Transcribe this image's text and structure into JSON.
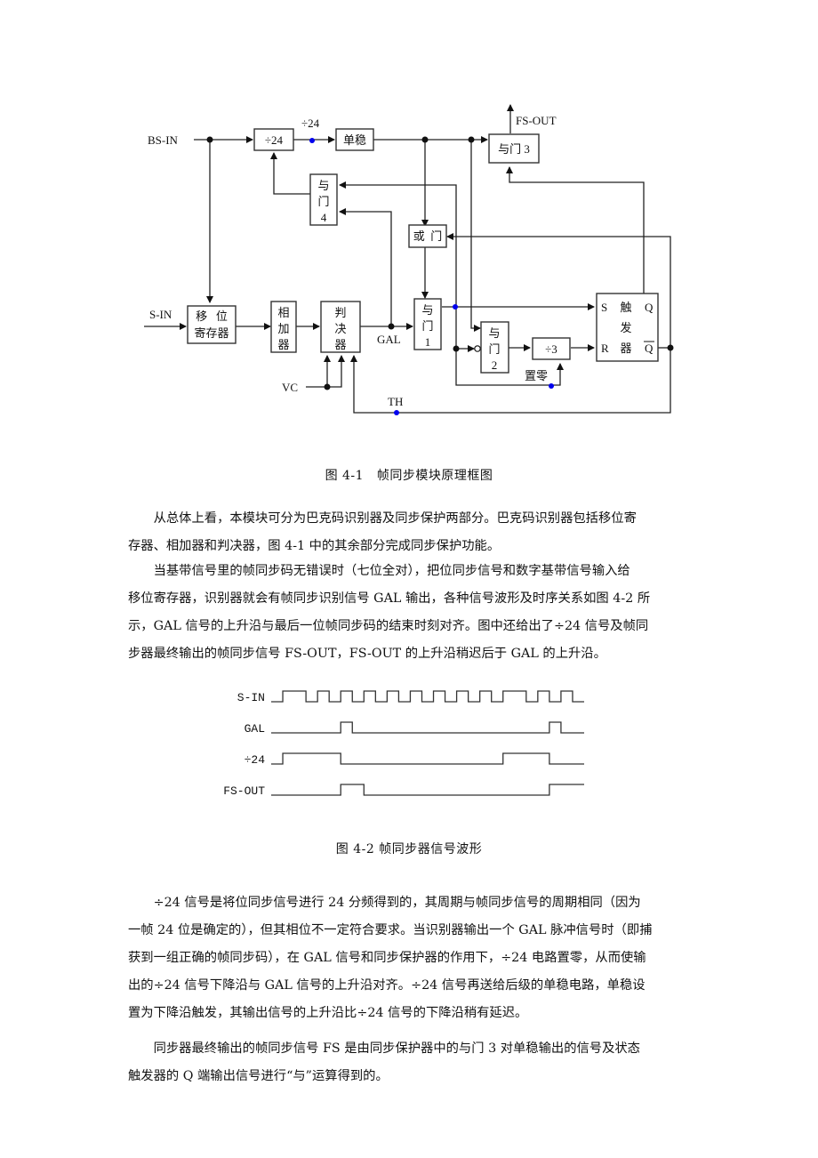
{
  "figure1": {
    "caption": "图 4-1   帧同步模块原理框图",
    "labels": {
      "bs_in": "BS-IN",
      "s_in": "S-IN",
      "fs_out": "FS-OUT",
      "div24_wire": "÷24",
      "gal": "GAL",
      "vc": "VC",
      "th": "TH",
      "zero": "置零"
    },
    "blocks": {
      "div24": "÷24",
      "monostable": "单稳",
      "and3": "与门 3",
      "and4": [
        "与",
        "门",
        "4"
      ],
      "or": "或  门",
      "shift_reg": [
        "移   位",
        "寄存器"
      ],
      "adder": [
        "相",
        "加",
        "器"
      ],
      "decider": [
        "判",
        "决",
        "器"
      ],
      "and1": [
        "与",
        "门",
        "1"
      ],
      "and2": [
        "与",
        "门",
        "2"
      ],
      "div3": "÷3",
      "flipflop": {
        "s": "S",
        "r": "R",
        "q": "Q",
        "qbar": "Q",
        "name": [
          "触",
          "发",
          "器"
        ]
      }
    }
  },
  "paragraph1": {
    "lines": [
      "从总体上看，本模块可分为巴克码识别器及同步保护两部分。巴克码识别器包括移位寄",
      "存器、相加器和判决器，图 4-1 中的其余部分完成同步保护功能。"
    ]
  },
  "paragraph2": {
    "lines": [
      "当基带信号里的帧同步码无错误时（七位全对），把位同步信号和数字基带信号输入给",
      "移位寄存器，识别器就会有帧同步识别信号 GAL 输出，各种信号波形及时序关系如图 4-2 所",
      "示，GAL 信号的上升沿与最后一位帧同步码的结束时刻对齐。图中还给出了÷24 信号及帧同",
      "步器最终输出的帧同步信号 FS-OUT，FS-OUT 的上升沿稍迟后于 GAL 的上升沿。"
    ]
  },
  "figure2": {
    "caption": "图 4-2 帧同步器信号波形",
    "signals": [
      {
        "name": "S-IN",
        "levels": [
          0,
          1,
          1,
          0,
          1,
          0,
          1,
          0,
          1,
          0,
          1,
          0,
          1,
          0,
          1,
          0,
          1,
          0,
          1,
          0,
          1,
          1,
          0,
          1,
          0,
          1,
          0
        ]
      },
      {
        "name": "GAL",
        "levels": [
          0,
          0,
          0,
          0,
          0,
          0,
          1,
          0,
          0,
          0,
          0,
          0,
          0,
          0,
          0,
          0,
          0,
          0,
          0,
          0,
          0,
          0,
          0,
          0,
          1,
          0,
          0
        ]
      },
      {
        "name": "÷24",
        "levels": [
          0,
          1,
          1,
          1,
          1,
          1,
          0,
          0,
          0,
          0,
          0,
          0,
          0,
          0,
          0,
          0,
          0,
          0,
          0,
          0,
          1,
          1,
          1,
          1,
          0,
          0,
          0
        ]
      },
      {
        "name": "FS-OUT",
        "levels": [
          0,
          0,
          0,
          0,
          0,
          0,
          1,
          1,
          0,
          0,
          0,
          0,
          0,
          0,
          0,
          0,
          0,
          0,
          0,
          0,
          0,
          0,
          0,
          0,
          1,
          1,
          1
        ]
      }
    ]
  },
  "paragraph3": {
    "lines": [
      "÷24 信号是将位同步信号进行 24 分频得到的，其周期与帧同步信号的周期相同（因为",
      "一帧 24 位是确定的），但其相位不一定符合要求。当识别器输出一个 GAL 脉冲信号时（即捕",
      "获到一组正确的帧同步码），在 GAL 信号和同步保护器的作用下，÷24 电路置零，从而使输",
      "出的÷24 信号下降沿与 GAL 信号的上升沿对齐。÷24 信号再送给后级的单稳电路，单稳设",
      "置为下降沿触发，其输出信号的上升沿比÷24 信号的下降沿稍有延迟。"
    ]
  },
  "paragraph4": {
    "lines": [
      "同步器最终输出的帧同步信号 FS 是由同步保护器中的与门 3 对单稳输出的信号及状态",
      "触发器的 Q 端输出信号进行“与”运算得到的。"
    ]
  },
  "colors": {
    "ink": "#111111",
    "junction_blue": "#0000ee",
    "line": "#222222"
  }
}
